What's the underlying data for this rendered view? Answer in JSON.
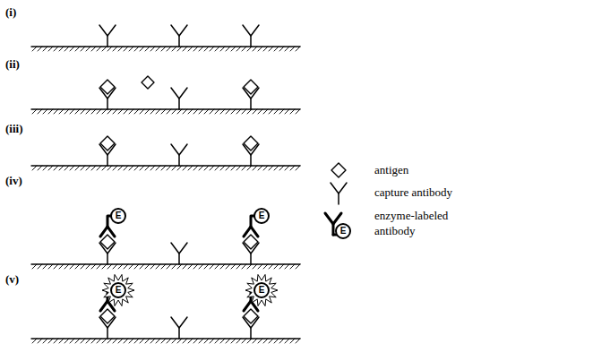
{
  "diagram": {
    "nodes": [
      {
        "text": [
          "E"
        ]
      },
      {
        "text": [
          "E"
        ]
      },
      {
        "text": [
          "E"
        ]
      },
      {
        "text": [
          "E"
        ]
      },
      {
        "text": [
          "E"
        ]
      }
    ],
    "labels": [
      "(i)",
      "(ii)",
      "(iii)",
      "(iv)",
      "(v)"
    ],
    "legend": [
      {
        "text": "antigen"
      },
      {
        "text": "capture antibody"
      },
      {
        "text": "enzyme-labeled antibody"
      }
    ]
  }
}
